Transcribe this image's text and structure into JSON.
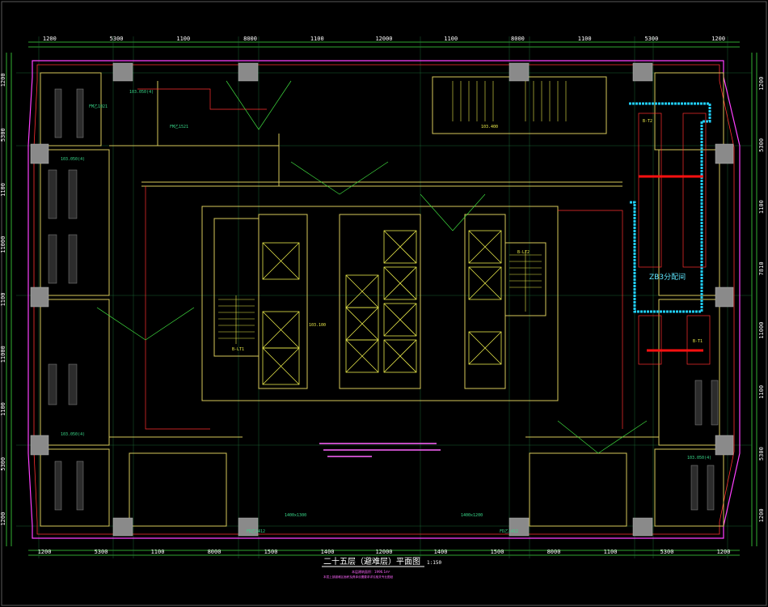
{
  "drawing": {
    "title": "二十五层（避难层）平面图",
    "scale": "1:150",
    "area_note": "本层建筑面积：1996.1m²",
    "footnote": "本层上部避难区面积及具体设置要求详见相关专业图纸"
  },
  "dims_top": [
    "1200",
    "5300",
    "1100",
    "8000",
    "1100",
    "12000",
    "1100",
    "8000",
    "1100",
    "5300",
    "1200"
  ],
  "dims_bottom": [
    "1200",
    "5300",
    "1100",
    "8000",
    "1500",
    "1400",
    "12000",
    "1400",
    "1500",
    "8000",
    "1100",
    "5300",
    "1200"
  ],
  "dims_left": [
    "1200",
    "5300",
    "1100",
    "11000",
    "1100",
    "11000",
    "1100",
    "5300",
    "1200"
  ],
  "dims_right": [
    "1200",
    "5300",
    "1100",
    "7810",
    "11000",
    "1100",
    "5300",
    "1200"
  ],
  "room_labels": {
    "zb3": "ZB3分配间",
    "lt1": "B-LT1",
    "lt2": "B-LT2",
    "t1": "B-T1",
    "t2": "B-T2",
    "elevation": "103.100",
    "fm1": "FM乙1521",
    "fm2": "FM乙1021",
    "fd1": "FD乙1412",
    "fd2": "FD乙1412",
    "win1": "1400x1300",
    "win2": "1400x1200",
    "el1": "103.050(4)",
    "el2": "103.050(4)",
    "el3": "103.050(4)",
    "el4": "103.400",
    "el5": "103.050(4)"
  }
}
